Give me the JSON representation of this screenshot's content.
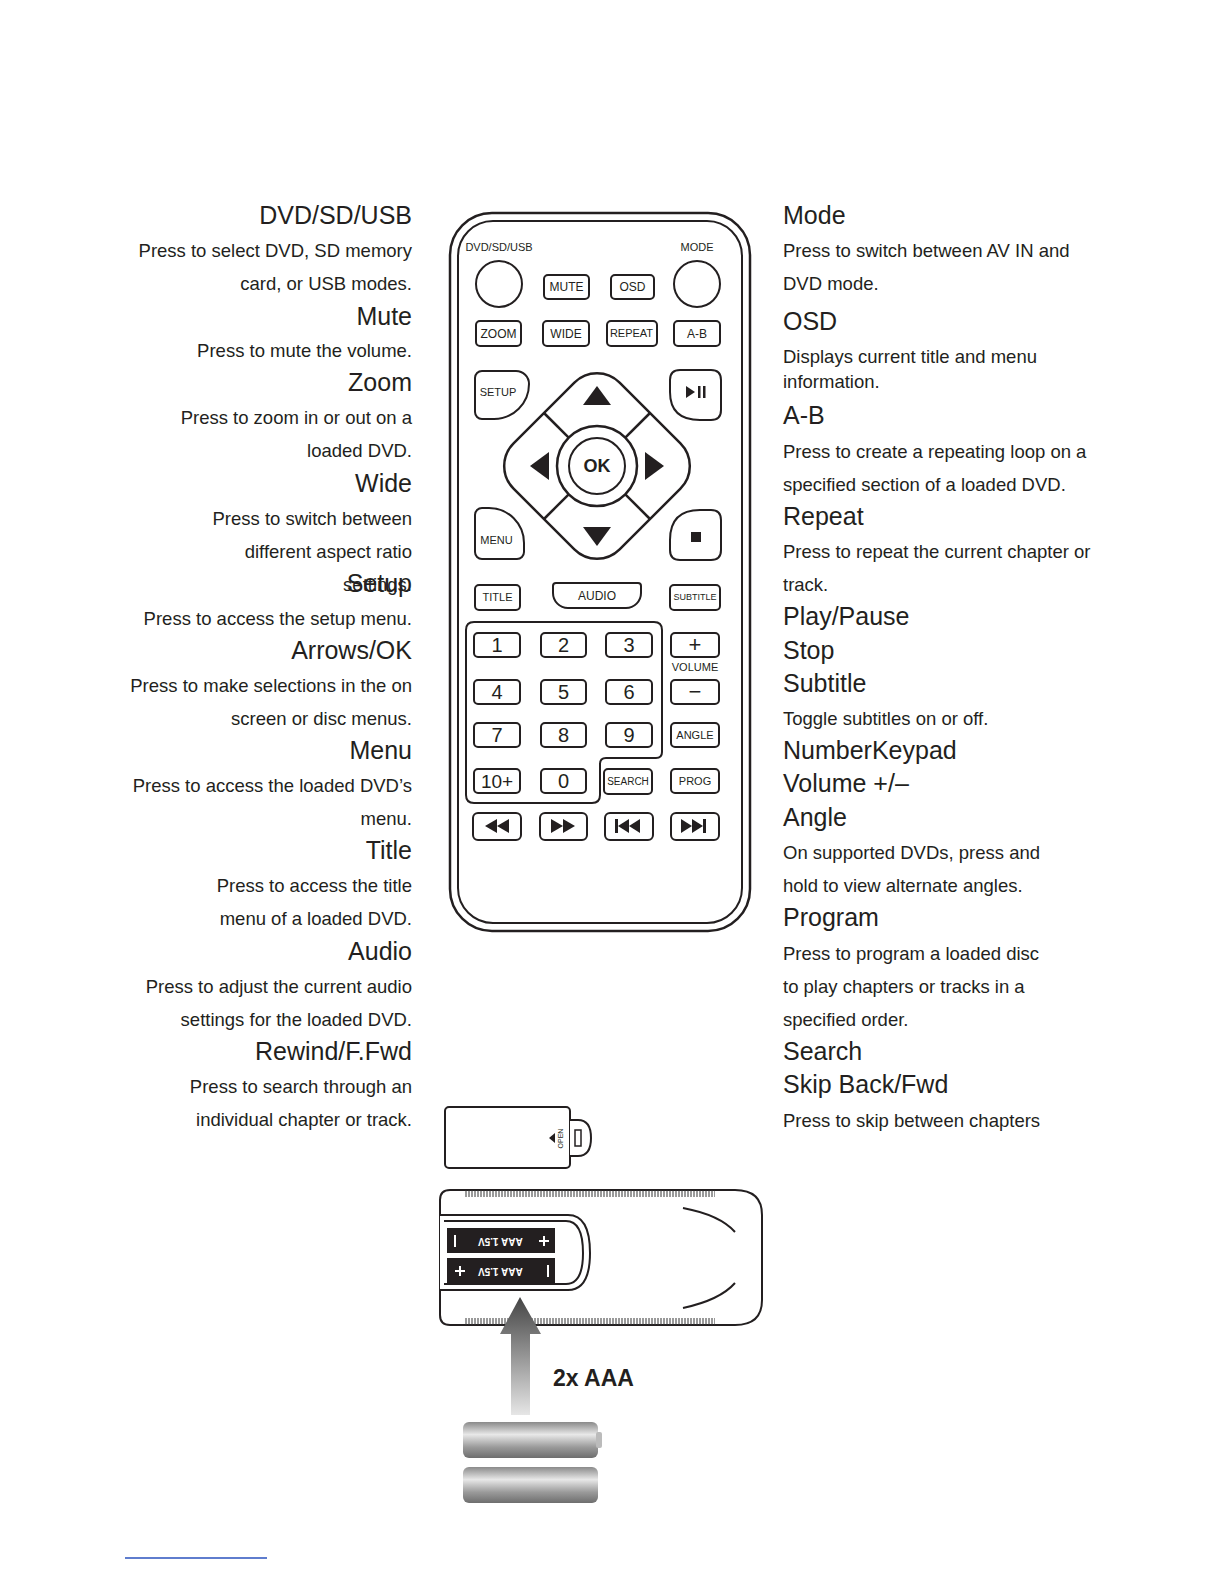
{
  "diagram": {
    "nodes": [
      {
        "text": [
          "DVD/SD/USB"
        ]
      },
      {
        "text": [
          "MUTE"
        ]
      },
      {
        "text": [
          "OSD"
        ]
      },
      {
        "text": [
          "MODE"
        ]
      },
      {
        "text": [
          "ZOOM"
        ]
      },
      {
        "text": [
          "WIDE"
        ]
      },
      {
        "text": [
          "REPEAT"
        ]
      },
      {
        "text": [
          "A-B"
        ]
      },
      {
        "text": [
          "SETUP"
        ]
      },
      {
        "text": [
          "OK"
        ]
      },
      {
        "text": [
          "MENU"
        ]
      },
      {
        "text": [
          "TITLE"
        ]
      },
      {
        "text": [
          "AUDIO"
        ]
      },
      {
        "text": [
          "SUBTITLE"
        ]
      },
      {
        "text": [
          "1"
        ]
      },
      {
        "text": [
          "2"
        ]
      },
      {
        "text": [
          "3"
        ]
      },
      {
        "text": [
          "+"
        ]
      },
      {
        "text": [
          "4"
        ]
      },
      {
        "text": [
          "5"
        ]
      },
      {
        "text": [
          "6"
        ]
      },
      {
        "text": [
          "−"
        ]
      },
      {
        "text": [
          "7"
        ]
      },
      {
        "text": [
          "8"
        ]
      },
      {
        "text": [
          "9"
        ]
      },
      {
        "text": [
          "ANGLE"
        ]
      },
      {
        "text": [
          "10+"
        ]
      },
      {
        "text": [
          "0"
        ]
      },
      {
        "text": [
          "SEARCH"
        ]
      },
      {
        "text": [
          "PROG"
        ]
      }
    ],
    "labels": [
      "DVD/SD/USB",
      "Press to select DVD, SD memory card, or USB modes.",
      "Mute",
      "Press to mute the volume.",
      "Zoom",
      "Press to zoom in or out on a loaded DVD.",
      "Wide",
      "Press to switch between different aspect ratio settings.",
      "Setup",
      "Press to access the setup menu.",
      "Arrows/OK",
      "Press to make selections in the on screen or disc menus.",
      "Menu",
      "Press to access the loaded DVD’s menu.",
      "Title",
      "Press to access the title menu of a loaded DVD.",
      "Audio",
      "Press to adjust the current audio settings for the loaded DVD.",
      "Rewind/F.Fwd",
      "Press to search through an individual chapter or track.",
      "Mode",
      "Press to switch between AV IN and DVD mode.",
      "OSD",
      "Displays current title and menu information.",
      "A-B",
      "Press to create a repeating loop on a specified section of a loaded DVD.",
      "Repeat",
      "Press to repeat the current chapter or track.",
      "Play/Pause",
      "Stop",
      "Subtitle",
      "Toggle subtitles on or off.",
      "NumberKeypad",
      "Volume +/–",
      "Angle",
      "On supported DVDs, press and hold to view alternate angles.",
      "Program",
      "Press to program a loaded disc to play chapters or tracks in a specified order.",
      "Search",
      "Skip Back/Fwd",
      "Press to skip between chapters",
      "VOLUME",
      "OPEN",
      "AAA 1.5V",
      "AAA 1.5V",
      "2x AAA"
    ]
  }
}
